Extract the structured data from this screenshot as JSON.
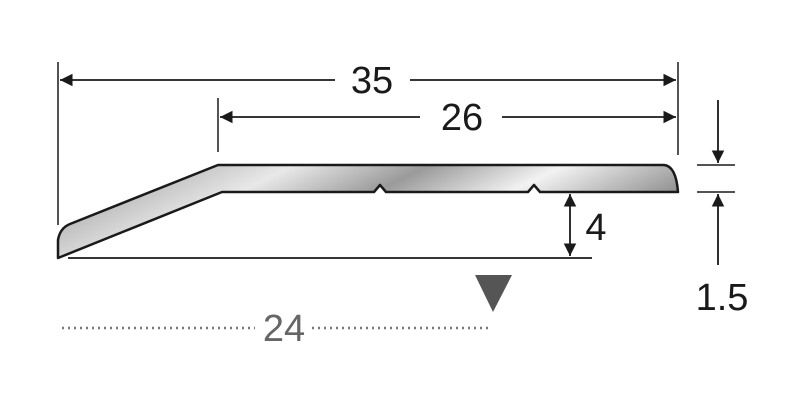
{
  "dimensions": {
    "overall_width": "35",
    "top_width": "26",
    "height": "4",
    "thickness": "1.5",
    "base_width": "24"
  },
  "colors": {
    "line": "#1a1a1a",
    "profile_fill_dark": "#8e8e8e",
    "profile_fill_light": "#f2f2f2",
    "marker": "#555555",
    "dotted": "#777777"
  }
}
